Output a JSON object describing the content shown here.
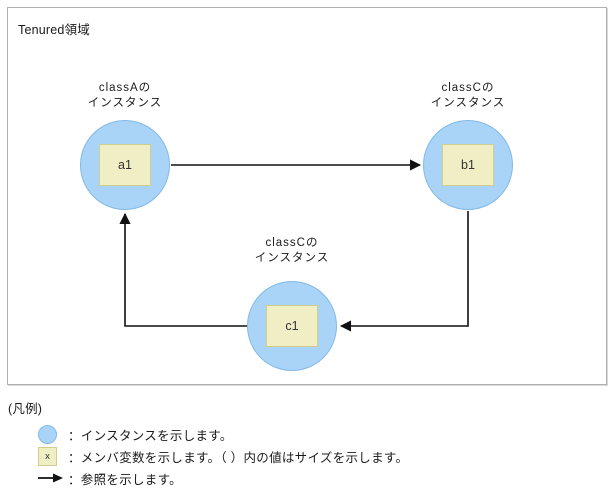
{
  "region": {
    "title": "Tenured領域"
  },
  "nodes": [
    {
      "id": "a1",
      "member": "a1",
      "label": "classAの\nインスタンス"
    },
    {
      "id": "b1",
      "member": "b1",
      "label": "classCの\nインスタンス"
    },
    {
      "id": "c1",
      "member": "c1",
      "label": "classCの\nインスタンス"
    }
  ],
  "edges": [
    {
      "from": "a1",
      "to": "b1"
    },
    {
      "from": "b1",
      "to": "c1"
    },
    {
      "from": "c1",
      "to": "a1"
    }
  ],
  "legend": {
    "title": "(凡例)",
    "items": [
      {
        "icon": "instance-circle-icon",
        "text": "：インスタンスを示します。"
      },
      {
        "icon": "member-variable-box-icon",
        "glyph": "x",
        "text": "：メンバ変数を示します。（ ）内の値はサイズを示します。"
      },
      {
        "icon": "reference-arrow-icon",
        "text": "：参照を示します。"
      }
    ]
  },
  "colors": {
    "instance_fill": "#a9d4f7",
    "instance_stroke": "#82b9e8",
    "member_fill": "#efeec4",
    "member_stroke": "#cfce8e",
    "edge": "#1a1a1a",
    "box_border": "#b0b0b0"
  }
}
